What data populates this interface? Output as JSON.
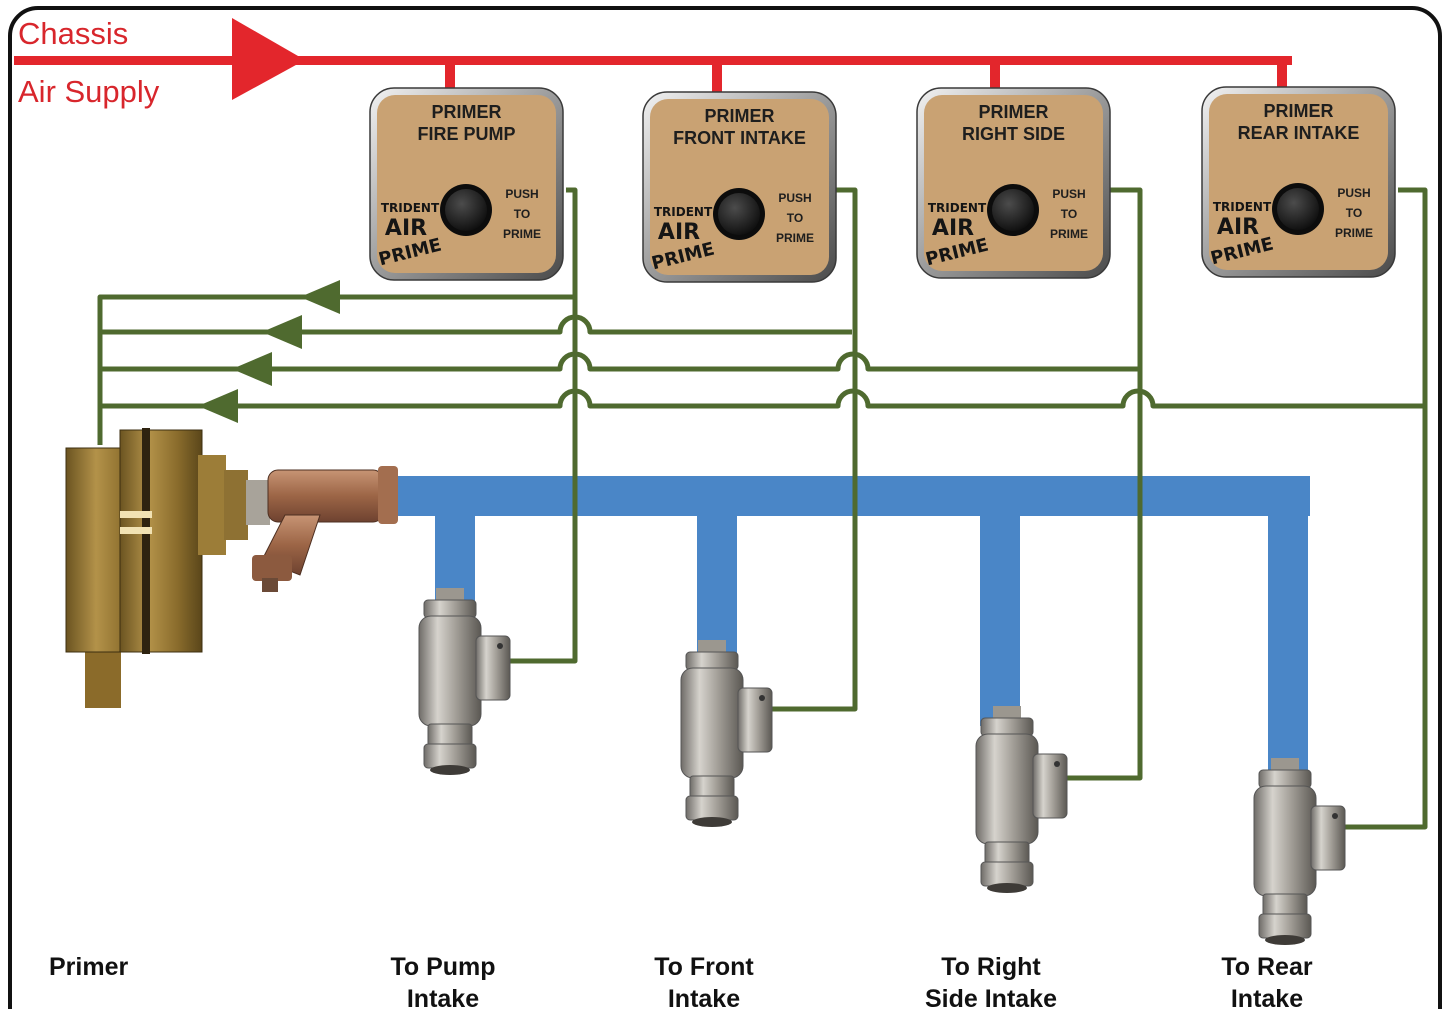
{
  "supply": {
    "line1": "Chassis",
    "line2": "Air Supply",
    "color": "#e3262c"
  },
  "colors": {
    "air_line": "#4f6a2f",
    "water_line": "#4a86c7",
    "panel_face": "#c9a273",
    "frame": "#111111"
  },
  "panels": [
    {
      "title1": "PRIMER",
      "title2": "FIRE PUMP",
      "push1": "PUSH",
      "push2": "TO",
      "push3": "PRIME",
      "brand1": "TRIDENT",
      "brand2": "AIR",
      "brand3": "PRIME"
    },
    {
      "title1": "PRIMER",
      "title2": "FRONT INTAKE",
      "push1": "PUSH",
      "push2": "TO",
      "push3": "PRIME",
      "brand1": "TRIDENT",
      "brand2": "AIR",
      "brand3": "PRIME"
    },
    {
      "title1": "PRIMER",
      "title2": "RIGHT SIDE",
      "push1": "PUSH",
      "push2": "TO",
      "push3": "PRIME",
      "brand1": "TRIDENT",
      "brand2": "AIR",
      "brand3": "PRIME"
    },
    {
      "title1": "PRIMER",
      "title2": "REAR INTAKE",
      "push1": "PUSH",
      "push2": "TO",
      "push3": "PRIME",
      "brand1": "TRIDENT",
      "brand2": "AIR",
      "brand3": "PRIME"
    }
  ],
  "labels": {
    "primer": "Primer",
    "pump": {
      "line1": "To Pump",
      "line2": "Intake"
    },
    "front": {
      "line1": "To Front",
      "line2": "Intake"
    },
    "right": {
      "line1": "To Right",
      "line2": "Side Intake"
    },
    "rear": {
      "line1": "To Rear",
      "line2": "Intake"
    }
  }
}
